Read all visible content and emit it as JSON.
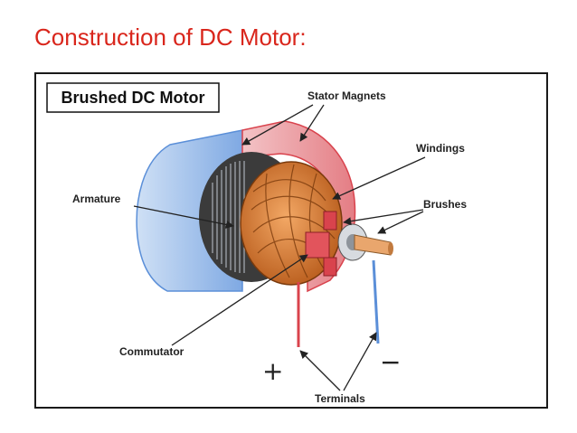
{
  "slide": {
    "title": "Construction of DC Motor:"
  },
  "diagram": {
    "box_title": "Brushed DC Motor",
    "labels": {
      "stator_magnets": "Stator Magnets",
      "windings": "Windings",
      "armature": "Armature",
      "brushes": "Brushes",
      "commutator": "Commutator",
      "terminals": "Terminals"
    },
    "signs": {
      "plus": "+",
      "minus": "−"
    },
    "colors": {
      "title_red": "#d9261c",
      "stator_blue": "#5b8fd8",
      "stator_red": "#d9434d",
      "copper": "#d9782e",
      "terminal_red": "#d9434d",
      "terminal_blue": "#5b8fd8"
    }
  }
}
